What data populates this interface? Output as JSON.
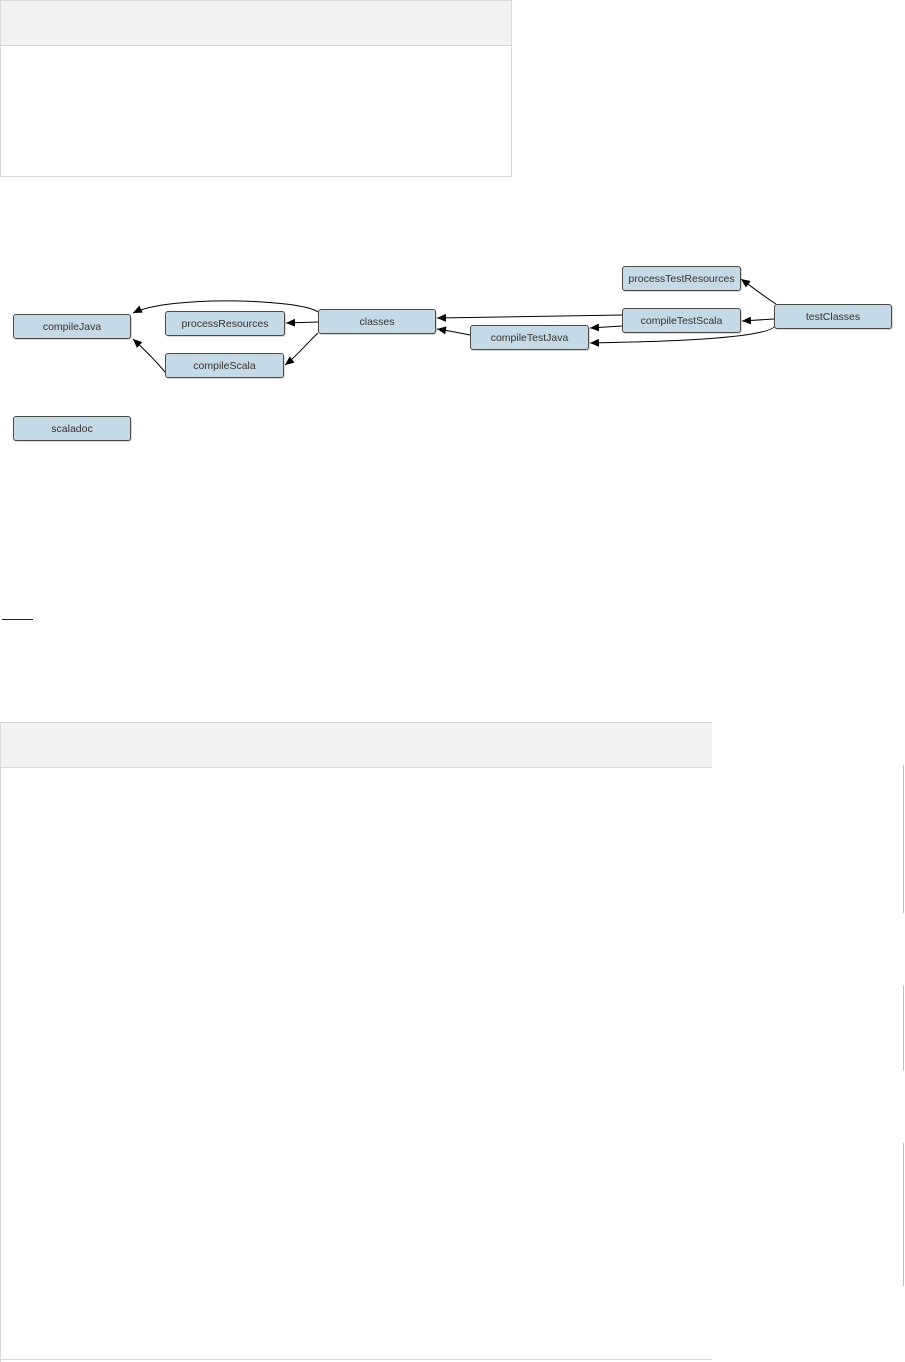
{
  "diagram": {
    "nodes": [
      {
        "id": "compileJava",
        "label": "compileJava"
      },
      {
        "id": "processResources",
        "label": "processResources"
      },
      {
        "id": "compileScala",
        "label": "compileScala"
      },
      {
        "id": "classes",
        "label": "classes"
      },
      {
        "id": "compileTestJava",
        "label": "compileTestJava"
      },
      {
        "id": "compileTestScala",
        "label": "compileTestScala"
      },
      {
        "id": "processTestResources",
        "label": "processTestResources"
      },
      {
        "id": "testClasses",
        "label": "testClasses"
      },
      {
        "id": "scaladoc",
        "label": "scaladoc"
      }
    ],
    "edges": [
      {
        "from": "classes",
        "to": "compileJava"
      },
      {
        "from": "classes",
        "to": "processResources"
      },
      {
        "from": "classes",
        "to": "compileScala"
      },
      {
        "from": "compileScala",
        "to": "compileJava"
      },
      {
        "from": "compileTestJava",
        "to": "classes"
      },
      {
        "from": "compileTestScala",
        "to": "classes"
      },
      {
        "from": "compileTestScala",
        "to": "compileTestJava"
      },
      {
        "from": "testClasses",
        "to": "compileTestScala"
      },
      {
        "from": "testClasses",
        "to": "compileTestJava"
      },
      {
        "from": "testClasses",
        "to": "processTestResources"
      }
    ],
    "colors": {
      "node_fill": "#c6d9e6",
      "node_border": "#4a4a4a",
      "edge": "#000000"
    }
  }
}
